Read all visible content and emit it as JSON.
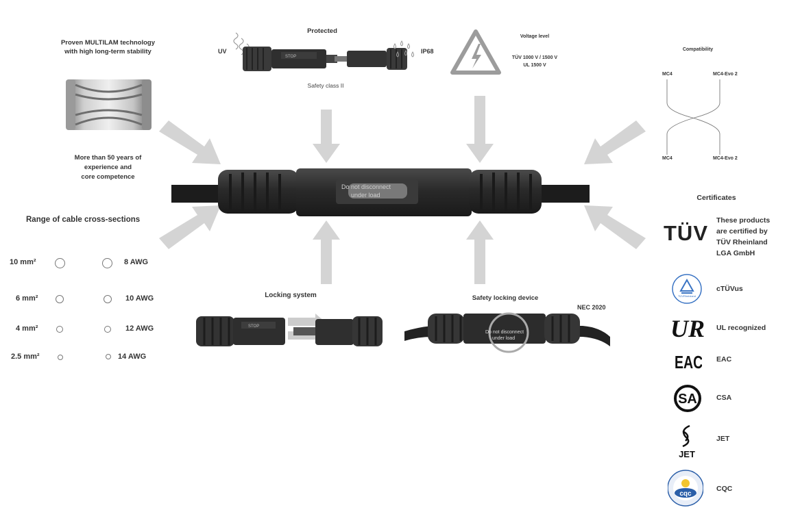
{
  "multilam": {
    "title_line1": "Proven MULTILAM technology",
    "title_line2": "with high long-term stability",
    "experience_line1": "More than 50 years of",
    "experience_line2": "experience and",
    "experience_line3": "core competence"
  },
  "protected": {
    "title": "Protected",
    "uv": "UV",
    "ip68": "IP68",
    "safety_class": "Safety class II"
  },
  "voltage": {
    "title": "Voltage level",
    "line1": "TÜV 1000 V / 1500 V",
    "line2": "UL 1500 V"
  },
  "compatibility": {
    "title": "Compatibility",
    "top_left": "MC4",
    "top_right": "MC4-Evo 2",
    "bottom_left": "MC4",
    "bottom_right": "MC4-Evo 2"
  },
  "cross_sections": {
    "title": "Range of cable cross-sections",
    "rows": [
      {
        "metric": "10 mm²",
        "awg": "8 AWG"
      },
      {
        "metric": "6 mm²",
        "awg": "10 AWG"
      },
      {
        "metric": "4 mm²",
        "awg": "12 AWG"
      },
      {
        "metric": "2.5 mm²",
        "awg": "14 AWG"
      }
    ]
  },
  "connector_text": {
    "main_line1": "Do not disconnect",
    "main_line2": "under load",
    "stop": "STOP"
  },
  "locking": {
    "title": "Locking system"
  },
  "safety_lock": {
    "title": "Safety locking device",
    "nec": "NEC 2020",
    "line1": "Do not disconnect",
    "line2": "under load"
  },
  "certificates": {
    "title": "Certificates",
    "tuv_logo": "TÜV",
    "tuv_line1": "These products",
    "tuv_line2": "are certified by",
    "tuv_line3": "TÜV Rheinland",
    "tuv_line4": "LGA GmbH",
    "ctuvus": "cTÜVus",
    "ul": "UL recognized",
    "eac": "EAC",
    "csa": "CSA",
    "jet": "JET",
    "cqc": "CQC",
    "tuv_mark_text": "TÜVRheinland",
    "ul_logo": "UR",
    "eac_logo": "EAC",
    "csa_logo": "SA",
    "jet_logo": "JET",
    "cqc_logo": "cqc"
  },
  "colors": {
    "arrow": "#d4d4d4",
    "connector": "#2e2e2e",
    "cable": "#1c1c1c",
    "cqc_blue": "#2a5ea8"
  }
}
